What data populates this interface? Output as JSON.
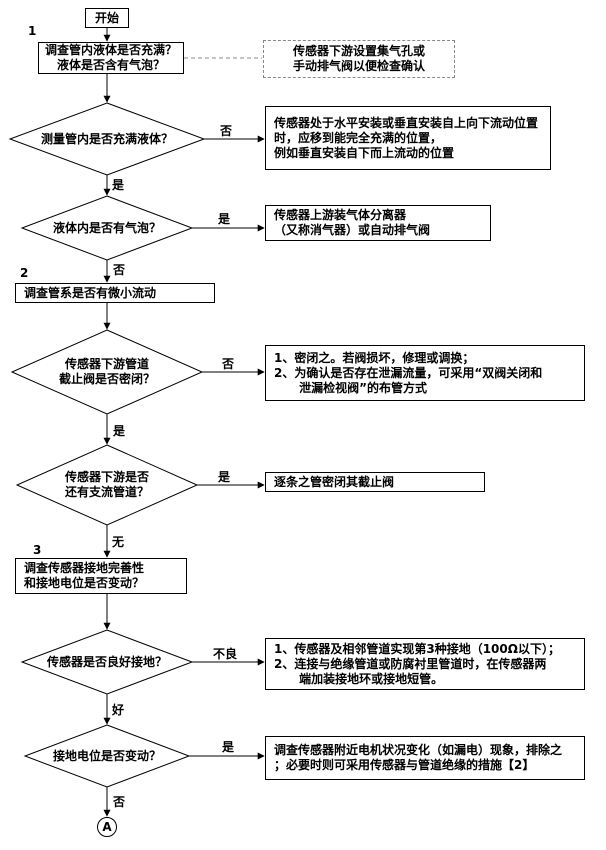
{
  "flow": {
    "start": "开始",
    "terminal": "A",
    "steps": {
      "n1": "1",
      "s1": "调查管内液体是否充满？\n液体是否含有气泡？",
      "n2": "2",
      "s2": "调查管系是否有微小流动",
      "n3": "3",
      "s3": "调查传感器接地完善性\n和接地电位是否变动？"
    },
    "note": {
      "text": "传感器下游设置集气孔或\n手动排气阀以便检查确认"
    },
    "decisions": {
      "d1": "测量管内是否充满液体？",
      "d2": "液体内是否有气泡？",
      "d3": "传感器下游管道\n截止阀是否密闭？",
      "d4": "传感器下游是否\n还有支流管道？",
      "d5": "传感器是否良好接地？",
      "d6": "接地电位是否变动？"
    },
    "labels": {
      "d1_no": "否",
      "d1_yes": "是",
      "d2_yes": "是",
      "d2_no": "否",
      "d3_no": "否",
      "d3_yes": "是",
      "d4_yes": "是",
      "d4_none": "无",
      "d5_bad": "不良",
      "d5_good": "好",
      "d6_yes": "是",
      "d6_no": "否"
    },
    "actions": {
      "a1": "传感器处于水平安装或垂直安装自上向下流动位置\n时，应移到能完全充满的位置，\n例如垂直安装自下而上流动的位置",
      "a2": "传感器上游装气体分离器\n（又称消气器）或自动排气阀",
      "a3": "1、密闭之。若阀损坏，修理或调换；\n2、为确认是否存在泄漏流量，可采用“双阀关闭和\n      泄漏检视阀”的布管方式",
      "a4": "逐条之管密闭其截止阀",
      "a5": "1、传感器及相邻管道实现第3种接地（100Ω以下）；\n2、连接与绝缘管道或防腐衬里管道时，在传感器两\n      端加装接地环或接地短管。",
      "a6": "调查传感器附近电机状况变化（如漏电）现象，排除之\n；必要时则可采用传感器与管道绝缘的措施【2】"
    }
  }
}
